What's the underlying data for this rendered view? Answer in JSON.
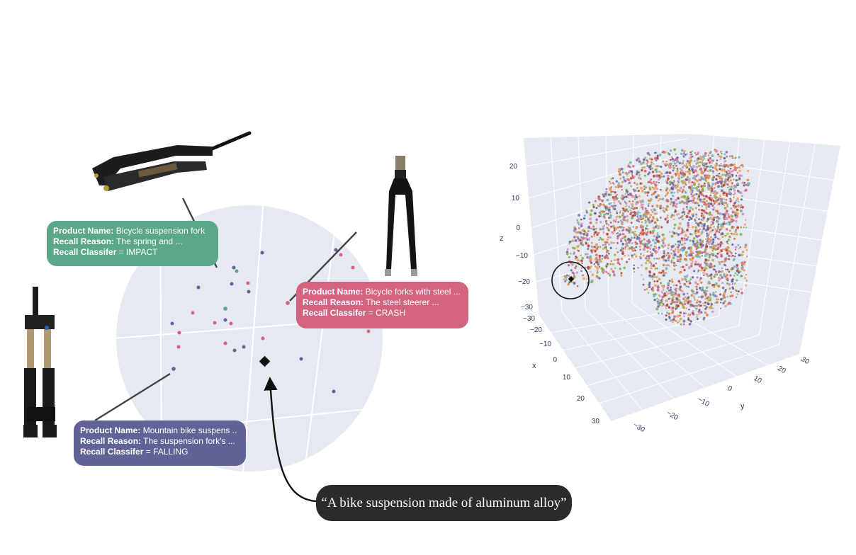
{
  "callouts": {
    "green": {
      "name_label": "Product Name:",
      "name_value": " Bicycle suspension fork",
      "reason_label": "Recall Reason:",
      "reason_value": " The spring and ...",
      "class_label": "Recall Classifer",
      "class_value": " = IMPACT",
      "color": "#5aa889"
    },
    "pink": {
      "name_label": "Product Name:",
      "name_value": " Bicycle forks with steel ...",
      "reason_label": "Recall Reason:",
      "reason_value": " The steel steerer ...",
      "class_label": "Recall Classifer",
      "class_value": " = CRASH",
      "color": "#d4637f"
    },
    "purple": {
      "name_label": "Product Name:",
      "name_value": " Mountain bike suspens ..",
      "reason_label": "Recall Reason:",
      "reason_value": " The suspension fork's ...",
      "class_label": "Recall Classifer",
      "class_value": " = FALLING",
      "color": "#616396"
    }
  },
  "query": {
    "text": "“A bike suspension made of aluminum alloy”"
  },
  "plot3d": {
    "z_label": "z",
    "x_label": "x",
    "y_label": "y",
    "z_ticks": [
      "20",
      "10",
      "0",
      "−10",
      "−20",
      "−30"
    ],
    "x_ticks": [
      "−30",
      "−20",
      "−10",
      "0",
      "10",
      "20",
      "30"
    ],
    "y_ticks": [
      "−30",
      "−20",
      "−10",
      "0",
      "10",
      "20",
      "30"
    ]
  },
  "colors": {
    "green": "#5aa889",
    "pink": "#d4637f",
    "purple": "#616396",
    "panel": "#e5e9f2",
    "query": "#2b2b2b"
  }
}
